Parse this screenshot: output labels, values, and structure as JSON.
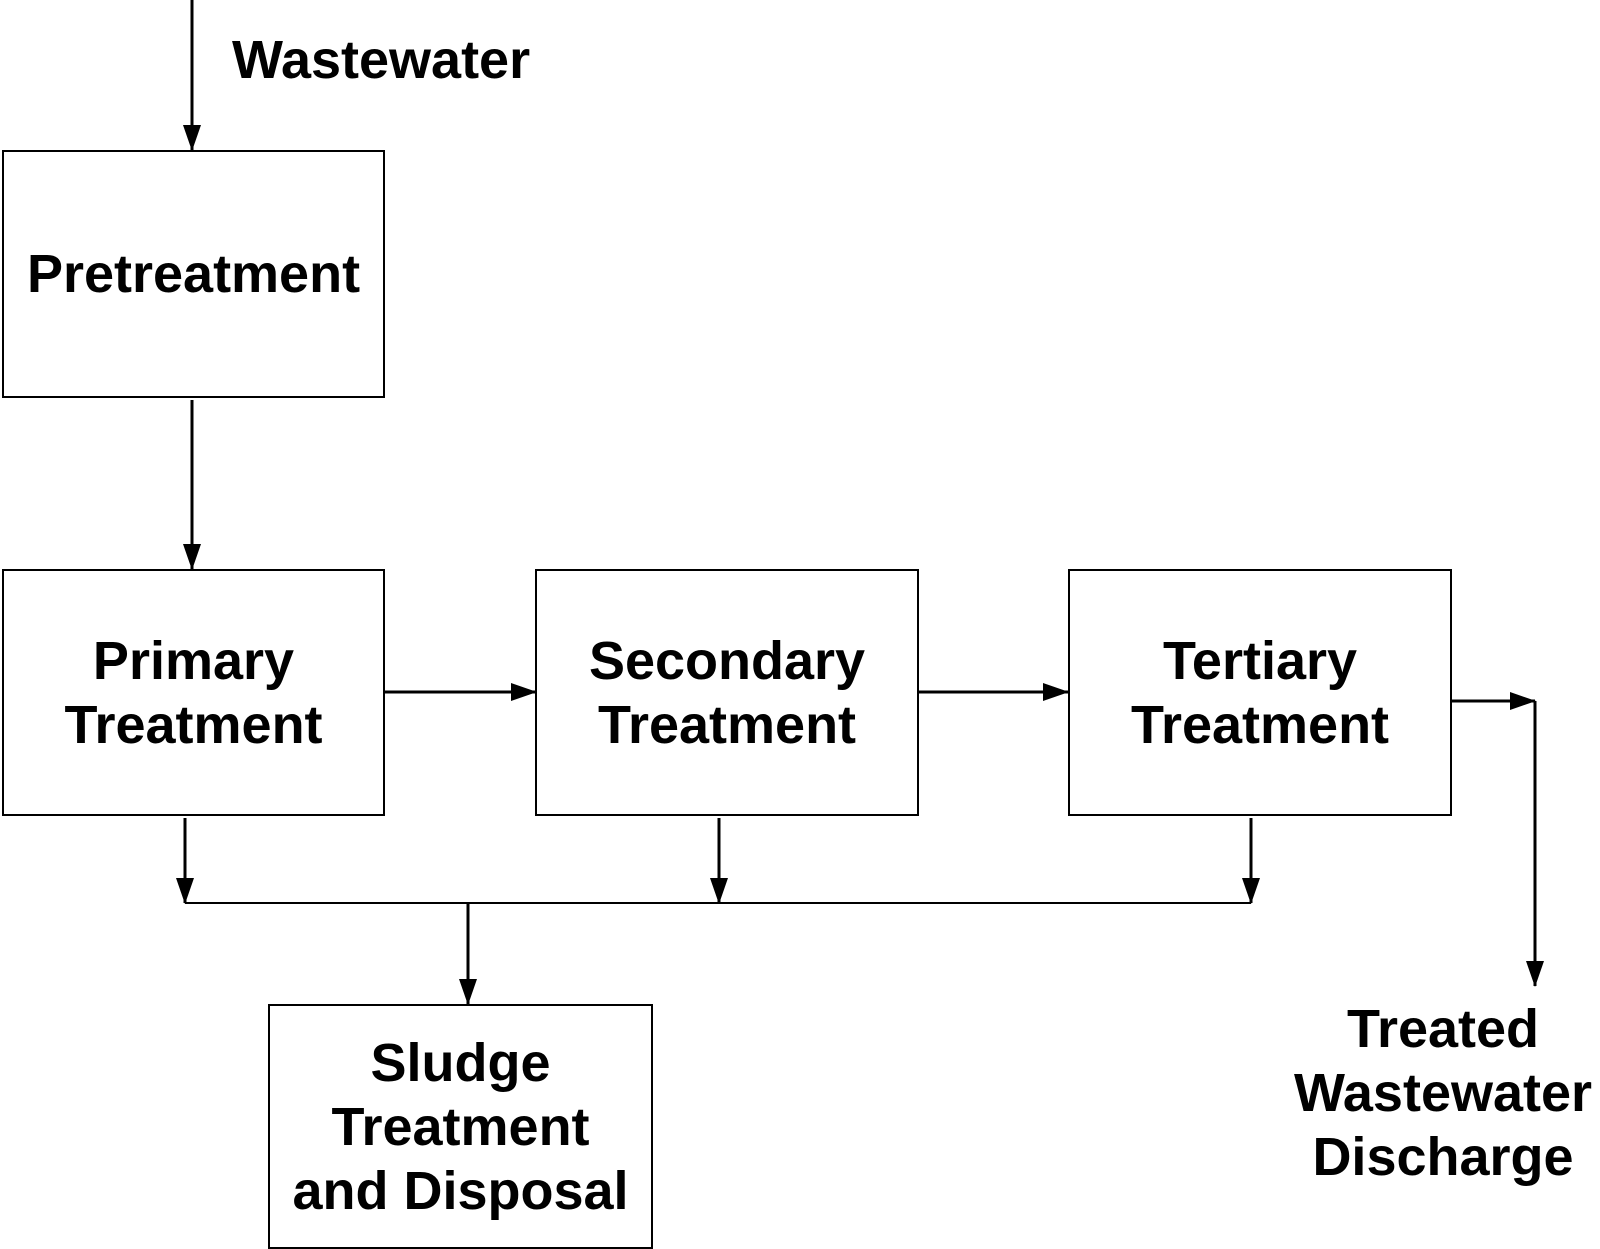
{
  "colors": {
    "line": "#000000",
    "background": "#ffffff",
    "text": "#000000"
  },
  "input_label": "Wastewater",
  "pretreatment": {
    "label": "Pretreatment"
  },
  "primary": {
    "line1": "Primary",
    "line2": "Treatment"
  },
  "secondary": {
    "line1": "Secondary",
    "line2": "Treatment"
  },
  "tertiary": {
    "line1": "Tertiary",
    "line2": "Treatment"
  },
  "sludge": {
    "line1": "Sludge",
    "line2": "Treatment",
    "line3": "and Disposal"
  },
  "discharge": {
    "line1": "Treated",
    "line2": "Wastewater",
    "line3": "Discharge"
  }
}
